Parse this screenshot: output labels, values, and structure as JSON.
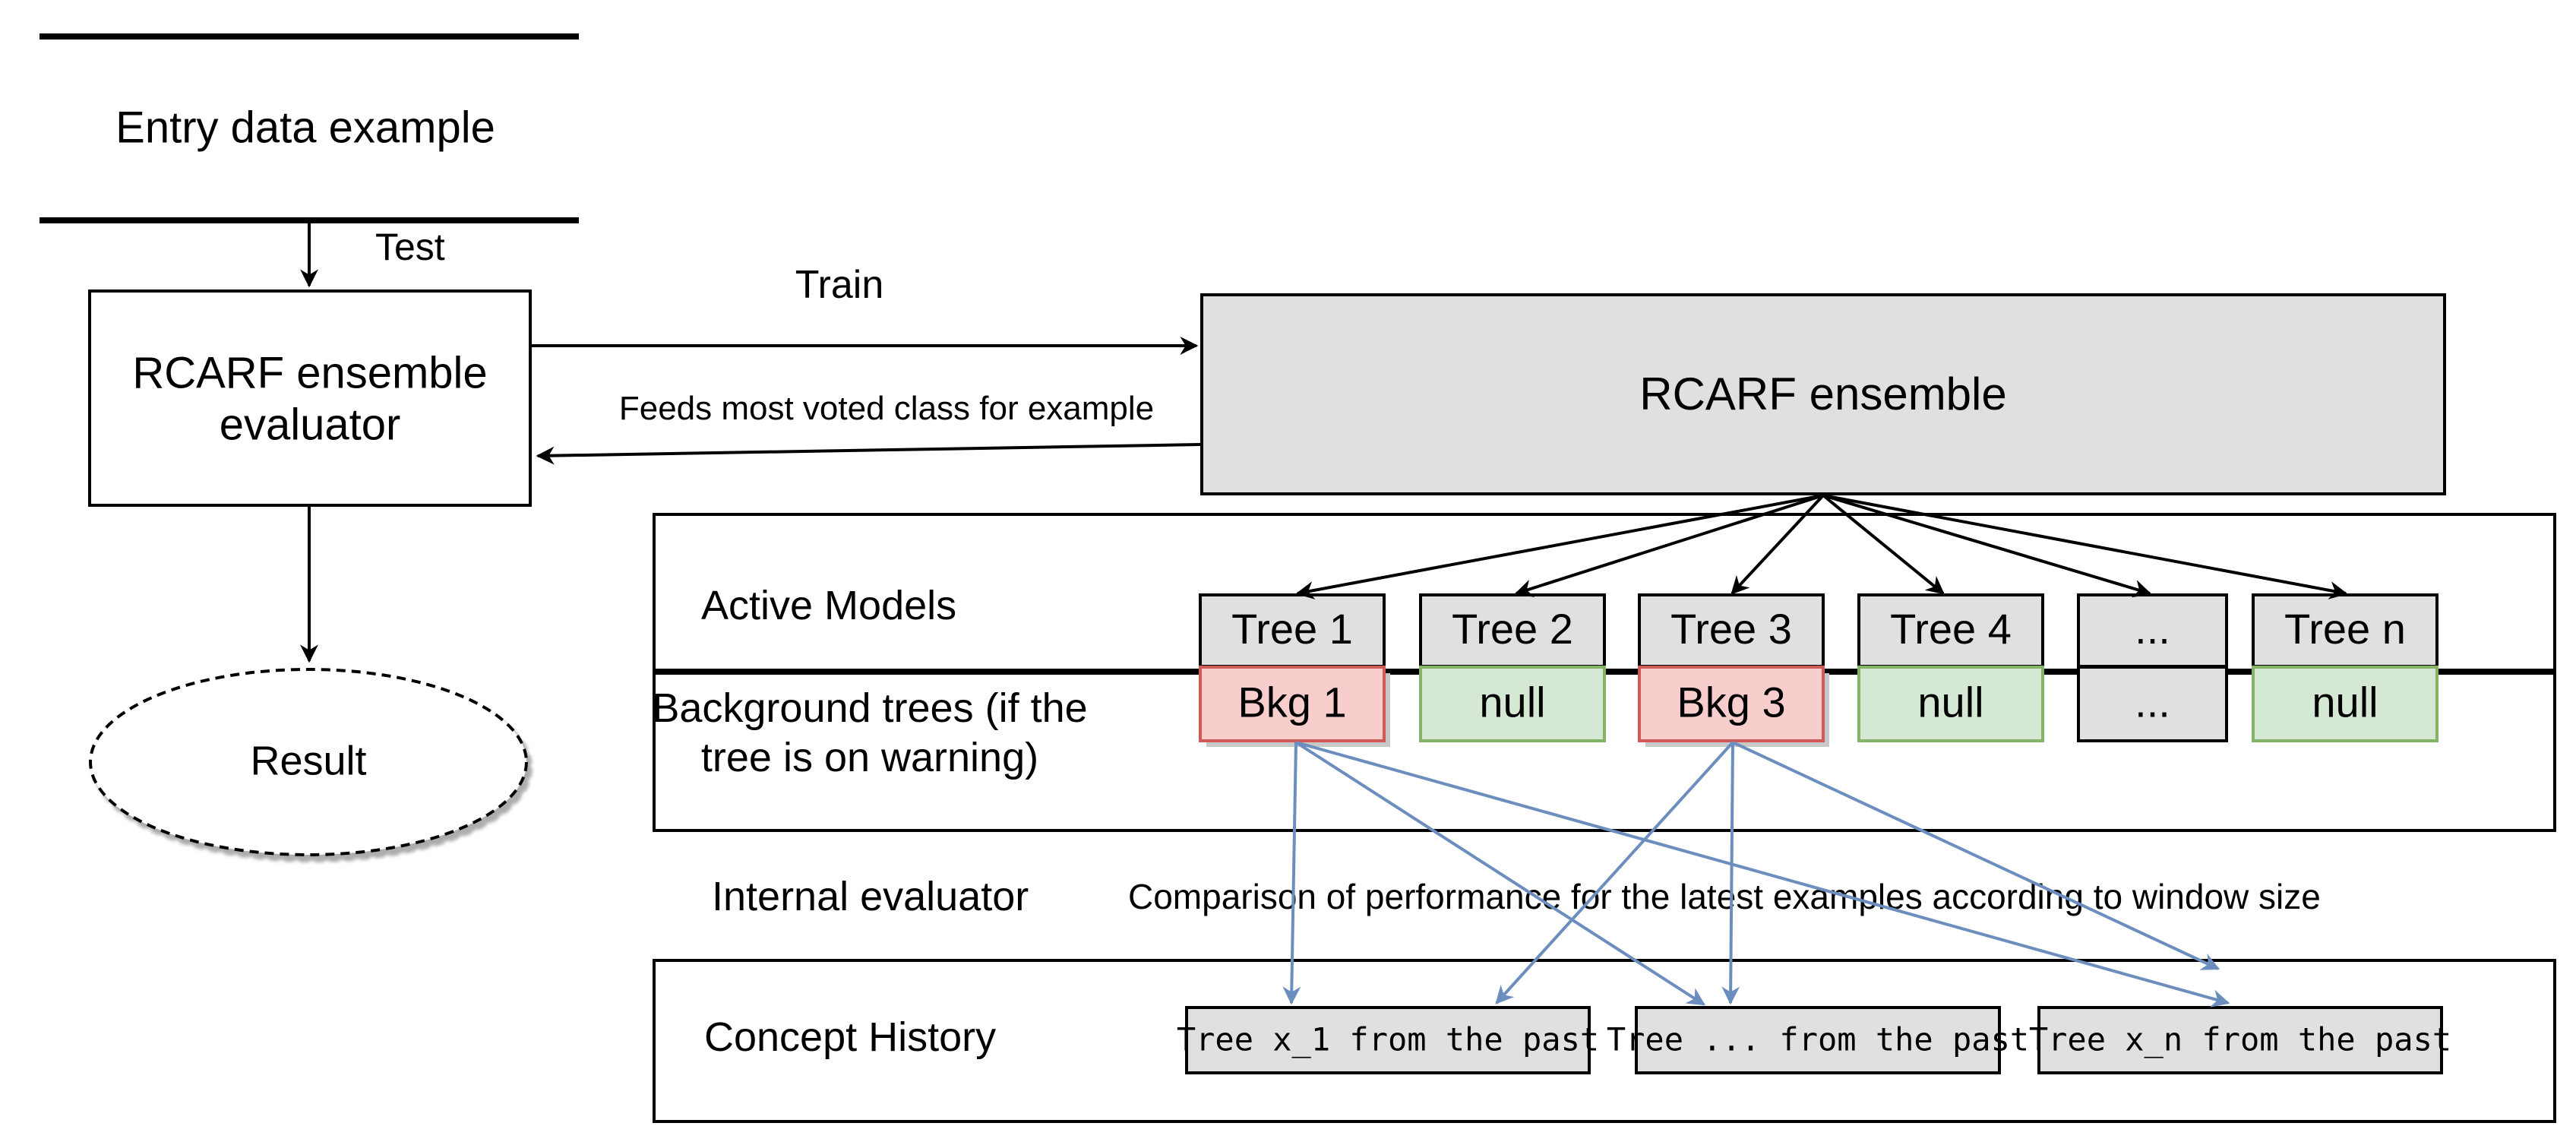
{
  "entry": {
    "title": "Entry data example"
  },
  "labels": {
    "test": "Test",
    "train": "Train",
    "feeds": "Feeds most voted class for example",
    "active_models": "Active Models",
    "background_line1": "Background trees (if the",
    "background_line2": "tree is on warning)",
    "internal_evaluator": "Internal evaluator",
    "comparison": "Comparison of performance for the latest examples according to window size",
    "concept_history": "Concept History"
  },
  "evaluator": {
    "line1": "RCARF ensemble",
    "line2": "evaluator"
  },
  "ensemble": {
    "title": "RCARF ensemble"
  },
  "result": {
    "label": "Result"
  },
  "trees": [
    {
      "label": "Tree 1",
      "background": "Bkg 1",
      "bg_state": "warning"
    },
    {
      "label": "Tree 2",
      "background": "null",
      "bg_state": "null"
    },
    {
      "label": "Tree 3",
      "background": "Bkg 3",
      "bg_state": "warning"
    },
    {
      "label": "Tree 4",
      "background": "null",
      "bg_state": "null"
    },
    {
      "label": "...",
      "background": "...",
      "bg_state": "neutral"
    },
    {
      "label": "Tree n",
      "background": "null",
      "bg_state": "null"
    }
  ],
  "history": [
    {
      "label": "Tree x_1 from the past"
    },
    {
      "label": "Tree ... from the past"
    },
    {
      "label": "Tree x_n from the past"
    }
  ],
  "colors": {
    "gray_fill": "#e0e0e0",
    "warning_fill": "#f8cecc",
    "warning_stroke": "#d05a58",
    "null_fill": "#d5e8d4",
    "null_stroke": "#82b366",
    "blue_arrow": "#6c8ebf",
    "black": "#000000"
  }
}
